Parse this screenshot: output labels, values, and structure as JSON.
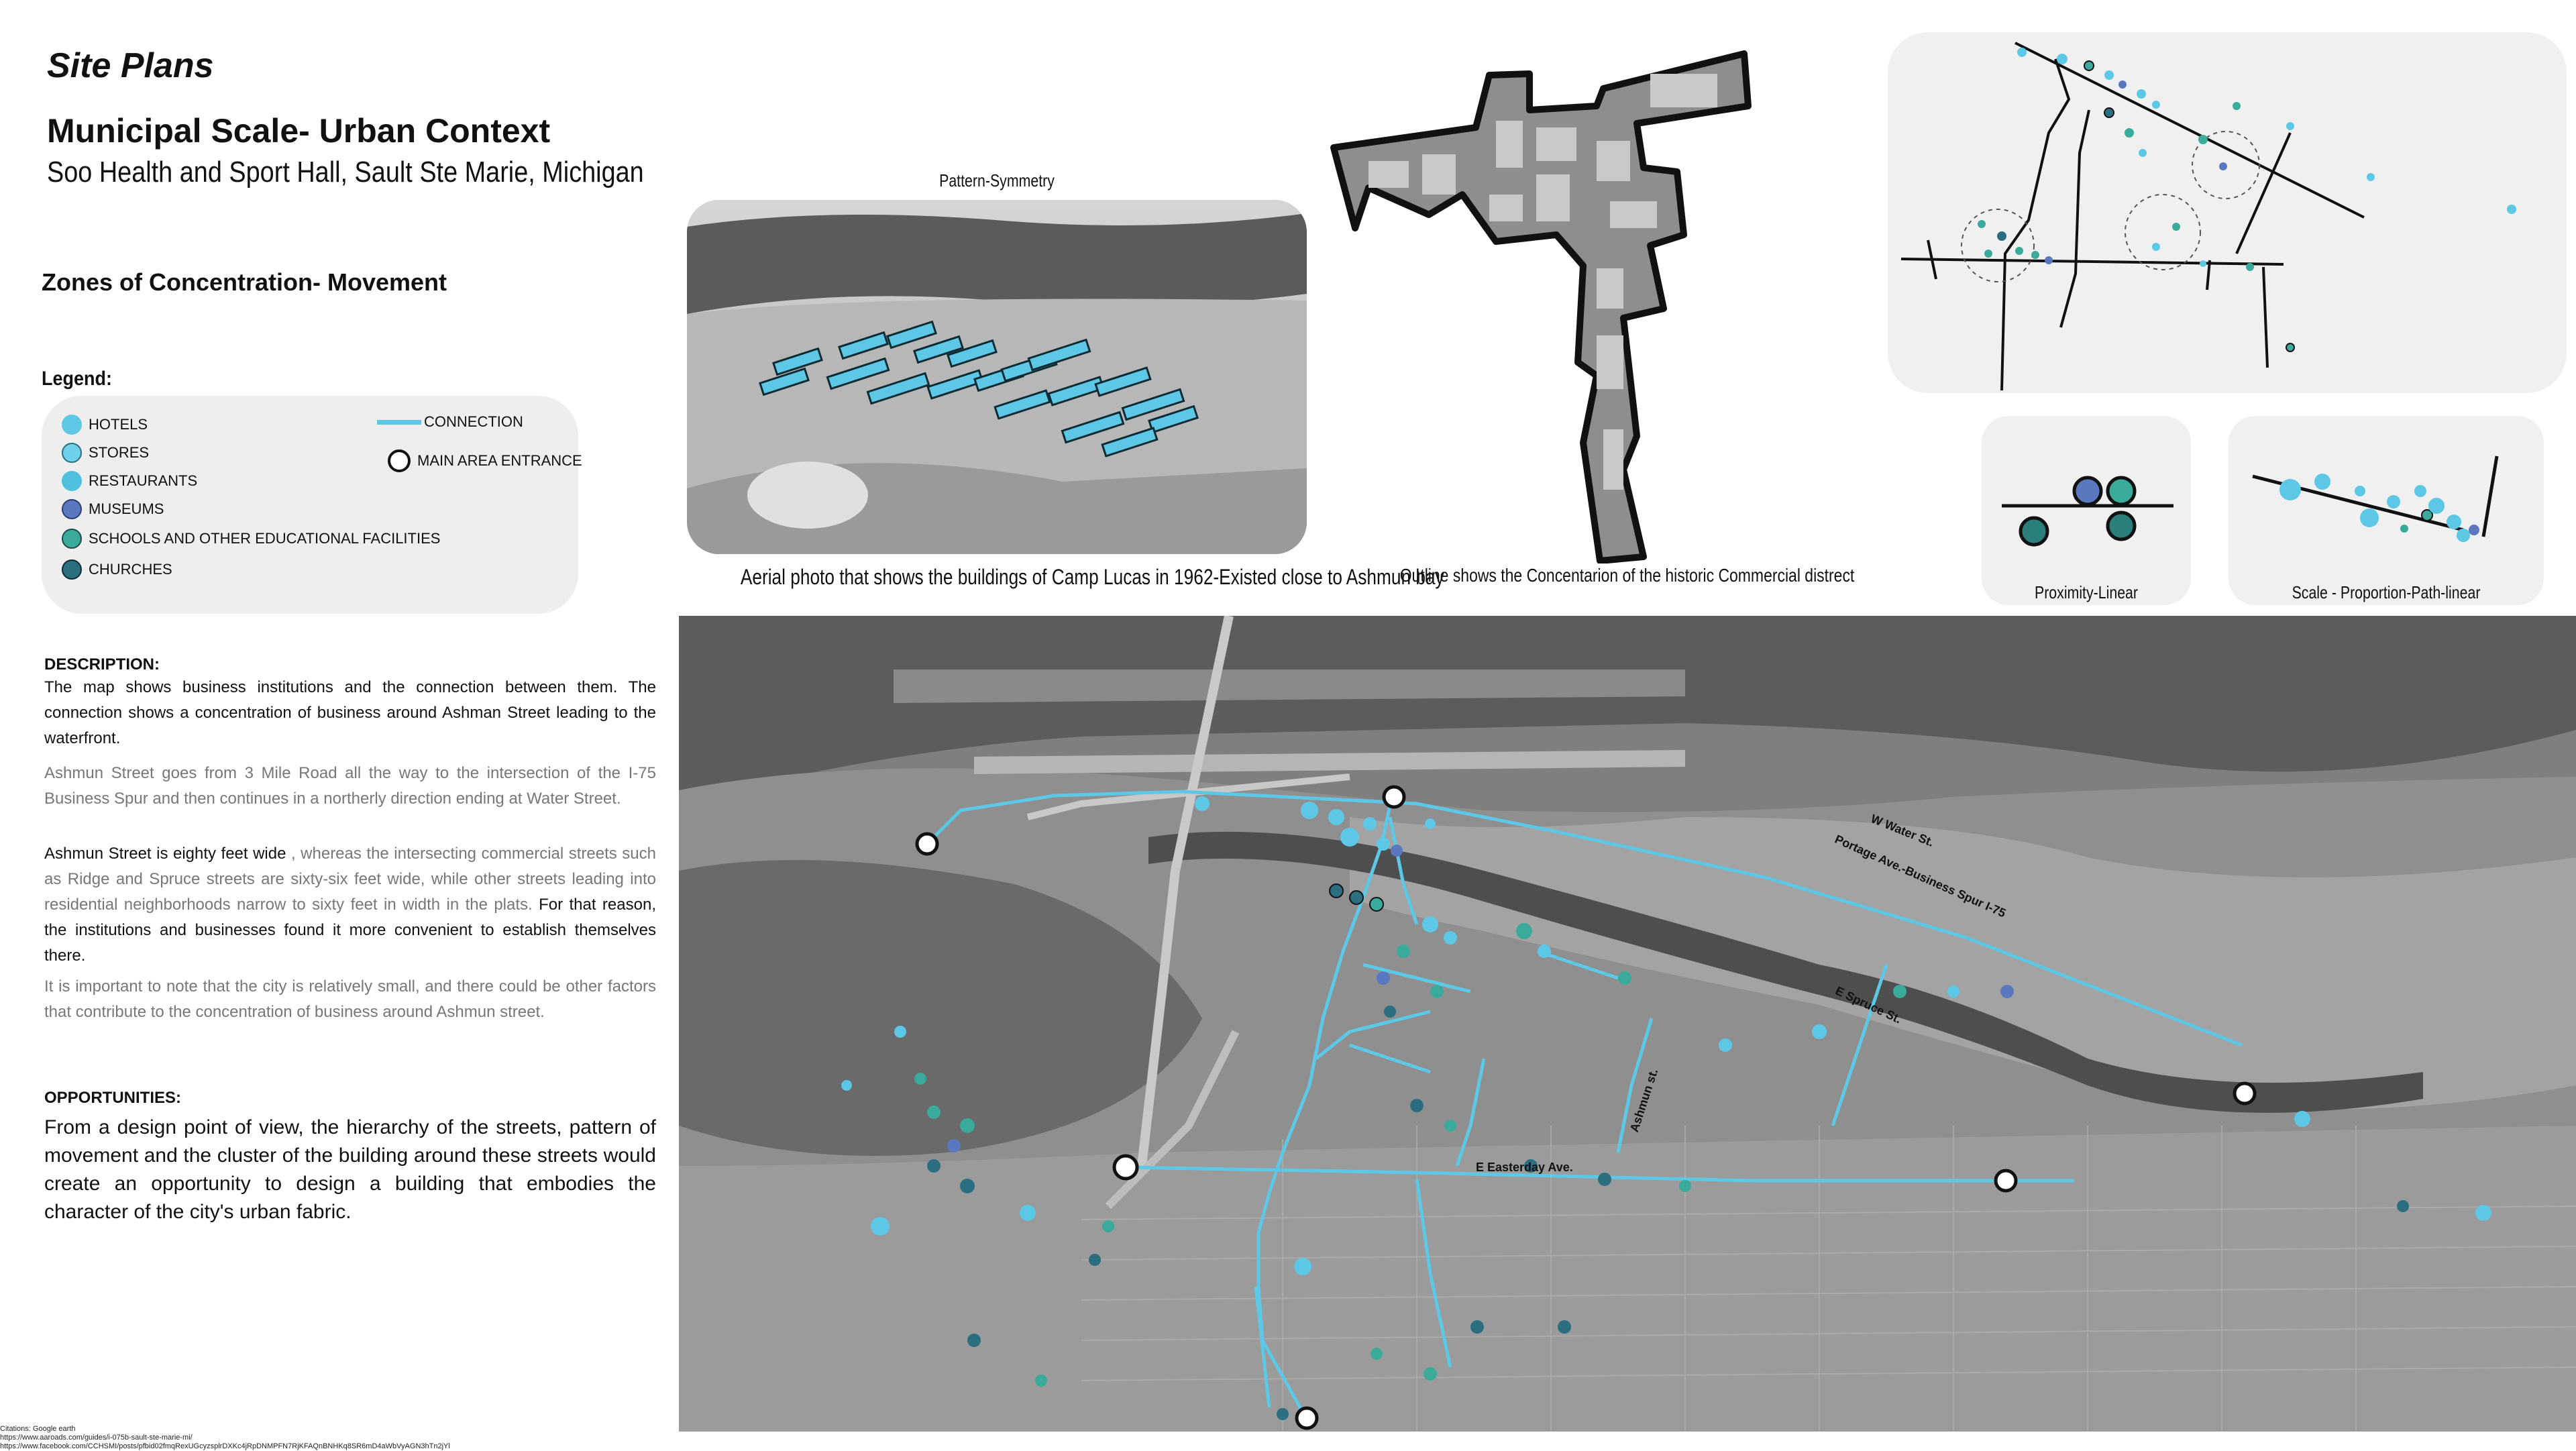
{
  "header": {
    "section": "Site Plans",
    "title": "Municipal Scale- Urban Context",
    "subtitle": "Soo Health and Sport Hall, Sault Ste Marie, Michigan",
    "zones_title": "Zones of Concentration- Movement"
  },
  "legend": {
    "title": "Legend:",
    "items": [
      {
        "label": "HOTELS",
        "color": "#5cc8e6"
      },
      {
        "label": "STORES",
        "color": "#6fd0ea"
      },
      {
        "label": "RESTAURANTS",
        "color": "#4fc0e0"
      },
      {
        "label": "MUSEUMS",
        "color": "#5a78c0"
      },
      {
        "label": "SCHOOLS AND OTHER EDUCATIONAL FACILITIES",
        "color": "#3aaa9a"
      },
      {
        "label": "CHURCHES",
        "color": "#2b6e80"
      }
    ],
    "connection_label": "CONNECTION",
    "entrance_label": "MAIN AREA  ENTRANCE",
    "connection_color": "#5cc8e6"
  },
  "description": {
    "heading": "DESCRIPTION:",
    "p1": "The map shows business institutions and the connection between them. The connection shows a concentration of business around Ashman Street leading to the waterfront.",
    "p2": "Ashmun Street goes from 3 Mile Road all the way to the intersection of the I-75 Business Spur and then continues in a northerly direction ending at Water Street.",
    "p3_bold": "Ashmun Street is eighty feet wide",
    "p3_grey": " , whereas the intersecting commercial streets such as Ridge and Spruce streets are sixty-six feet wide, while other streets leading into residential neighborhoods narrow to sixty feet in width in the plats.",
    "p3_end": " For that reason, the institutions and businesses found it more convenient to establish themselves there.",
    "p4": "It is important to note that the city is relatively small, and there could be other factors that contribute to the concentration of business around Ashmun street."
  },
  "opportunities": {
    "heading": "OPPORTUNITIES:",
    "text": "From a design point of view, the hierarchy of the streets, pattern of movement and the cluster of the building around these streets would create an opportunity to design a building that embodies the character of the city's urban fabric."
  },
  "figures": {
    "pattern_title": "Pattern-Symmetry",
    "aerial_caption": "Aerial photo that shows the buildings of Camp Lucas in 1962-Existed close to Ashmun bay",
    "outline_caption": "Outline shows  the Concentarion of  the historic Commercial distrect",
    "proximity_caption": "Proximity-Linear",
    "scale_caption": "Scale - Proportion-Path-linear"
  },
  "map_labels": {
    "water_st": "W Water St.",
    "portage": "Portage Ave.-Business Spur I-75",
    "spruce": "E Spruce St.",
    "easterday": "E Easterday Ave.",
    "ashmun": "Ashmun st."
  },
  "citations": {
    "line1": "Citations: Google earth",
    "line2": "https://www.aaroads.com/guides/i-075b-sault-ste-marie-mi/",
    "line3": "https://www.facebook.com/CCHSMI/posts/pfbid02fmqRexUGcyzsplrDXKc4jRpDNMPFN7RjKFAQnBNHKq8SR6mD4aWbVyAGN3hTn2jYl"
  }
}
